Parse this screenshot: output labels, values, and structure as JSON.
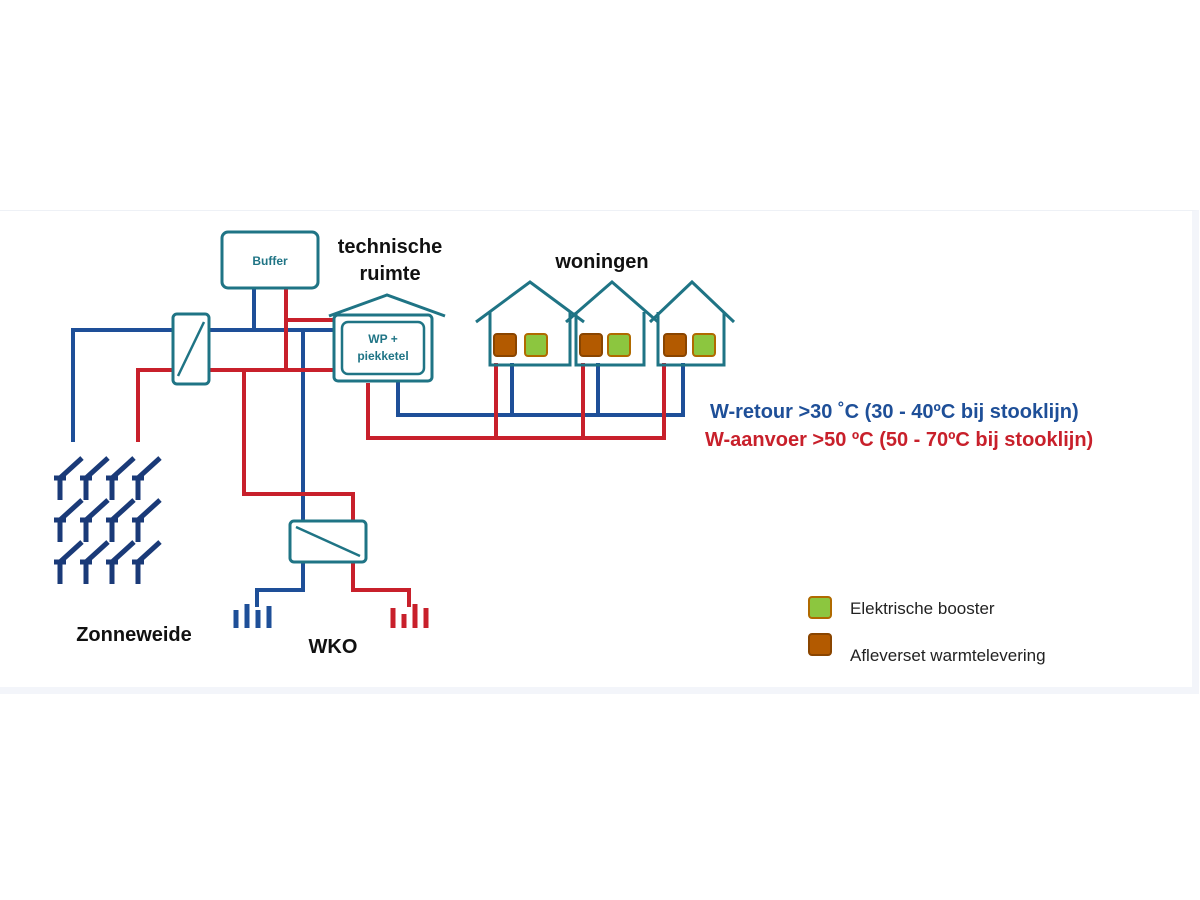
{
  "labels": {
    "technische_ruimte_line1": "technische",
    "technische_ruimte_line2": "ruimte",
    "woningen": "woningen",
    "buffer": "Buffer",
    "wp_line1": "WP +",
    "wp_line2": "piekketel",
    "zonneweide": "Zonneweide",
    "wko": "WKO"
  },
  "lines": {
    "retour": "W-retour >30 ˚C (30 - 40ºC bij stooklijn)",
    "aanvoer": "W-aanvoer >50 ºC (50 - 70ºC bij stooklijn)"
  },
  "legend": {
    "items": [
      {
        "label": "Elektrische booster",
        "color": "#8cc63f",
        "border": "#b06a00"
      },
      {
        "label": "Afleverset warmtelevering",
        "color": "#b35a00",
        "border": "#8a4500"
      }
    ]
  },
  "colors": {
    "return_pipe": "#1e4f98",
    "supply_pipe": "#c8202b",
    "outline": "#1f7485",
    "solar_panel": "#1a3a78"
  },
  "icons": {
    "house": "house-icon",
    "heat_exchanger": "heat-exchanger-icon",
    "solar": "solar-panel-icon",
    "well": "well-icon"
  }
}
